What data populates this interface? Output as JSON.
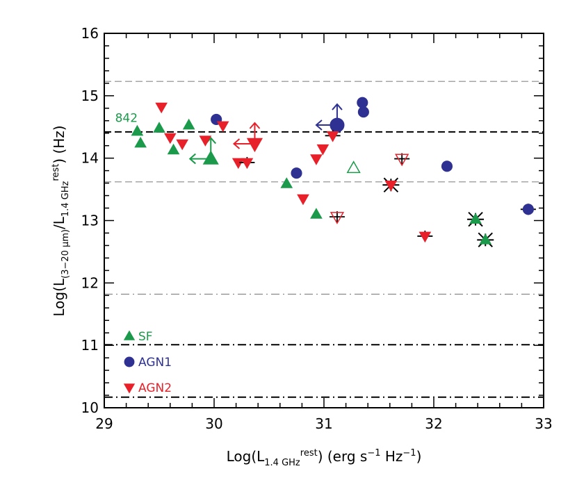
{
  "chart_data": {
    "type": "scatter",
    "xlim": [
      29,
      33
    ],
    "ylim": [
      10,
      16
    ],
    "x_ticks": [
      "29",
      "30",
      "31",
      "32",
      "33"
    ],
    "y_ticks": [
      "10",
      "11",
      "12",
      "13",
      "14",
      "15",
      "16"
    ],
    "xlabel": "Log(L1.4 GHzrest) (erg s−1 Hz−1)",
    "ylabel": "Log(L(3−20 μm)/L1.4 GHzrest) (Hz)",
    "grid": false,
    "legend_position": "bottom-left",
    "reference_lines": [
      {
        "y": 15.23,
        "style": "dashed",
        "color": "#888888"
      },
      {
        "y": 14.42,
        "style": "dashed",
        "color": "#000000"
      },
      {
        "y": 13.62,
        "style": "dashed",
        "color": "#888888"
      },
      {
        "y": 11.82,
        "style": "dashdot",
        "color": "#888888"
      },
      {
        "y": 11.01,
        "style": "dashdot",
        "color": "#000000"
      },
      {
        "y": 10.17,
        "style": "dashdot",
        "color": "#000000"
      }
    ],
    "series": [
      {
        "name": "SF",
        "marker": "triangle-up",
        "color": "#1a9a4a",
        "points": [
          {
            "x": 29.3,
            "y": 14.43
          },
          {
            "x": 29.33,
            "y": 14.24
          },
          {
            "x": 29.5,
            "y": 14.48
          },
          {
            "x": 29.63,
            "y": 14.13
          },
          {
            "x": 29.77,
            "y": 14.53
          },
          {
            "x": 29.97,
            "y": 13.99,
            "large": true,
            "arrows": [
              "left",
              "up"
            ]
          },
          {
            "x": 30.66,
            "y": 13.59
          },
          {
            "x": 30.93,
            "y": 13.1
          },
          {
            "x": 31.27,
            "y": 13.84,
            "open": true
          },
          {
            "x": 32.38,
            "y": 13.02,
            "star": true
          },
          {
            "x": 32.47,
            "y": 12.69,
            "star": true
          }
        ]
      },
      {
        "name": "AGN1",
        "marker": "circle",
        "color": "#2e3192",
        "points": [
          {
            "x": 30.02,
            "y": 14.62
          },
          {
            "x": 30.75,
            "y": 13.76
          },
          {
            "x": 31.12,
            "y": 14.53,
            "large": true,
            "arrows": [
              "left",
              "up"
            ]
          },
          {
            "x": 31.35,
            "y": 14.89
          },
          {
            "x": 31.36,
            "y": 14.74
          },
          {
            "x": 32.12,
            "y": 13.87
          },
          {
            "x": 32.86,
            "y": 13.18,
            "errorbar": true
          }
        ]
      },
      {
        "name": "AGN2",
        "marker": "triangle-down",
        "color": "#e8202a",
        "points": [
          {
            "x": 29.52,
            "y": 14.82
          },
          {
            "x": 29.6,
            "y": 14.33
          },
          {
            "x": 29.71,
            "y": 14.23
          },
          {
            "x": 29.92,
            "y": 14.29
          },
          {
            "x": 30.08,
            "y": 14.52
          },
          {
            "x": 30.22,
            "y": 13.93
          },
          {
            "x": 30.3,
            "y": 13.93,
            "errorbar": true
          },
          {
            "x": 30.37,
            "y": 14.23,
            "large": true,
            "arrows": [
              "left",
              "up"
            ]
          },
          {
            "x": 30.81,
            "y": 13.35
          },
          {
            "x": 30.93,
            "y": 13.99
          },
          {
            "x": 30.99,
            "y": 14.15
          },
          {
            "x": 31.08,
            "y": 14.36,
            "errorbar": true
          },
          {
            "x": 31.12,
            "y": 13.06,
            "open": true,
            "errorbar": true
          },
          {
            "x": 31.61,
            "y": 13.57,
            "star": true
          },
          {
            "x": 31.71,
            "y": 13.99,
            "open": true,
            "errorbar": true
          },
          {
            "x": 31.92,
            "y": 12.75,
            "errorbar": true
          }
        ]
      }
    ],
    "annotations": [
      {
        "text": "842",
        "x": 29.2,
        "y": 14.65,
        "color": "#1a9a4a"
      }
    ]
  }
}
